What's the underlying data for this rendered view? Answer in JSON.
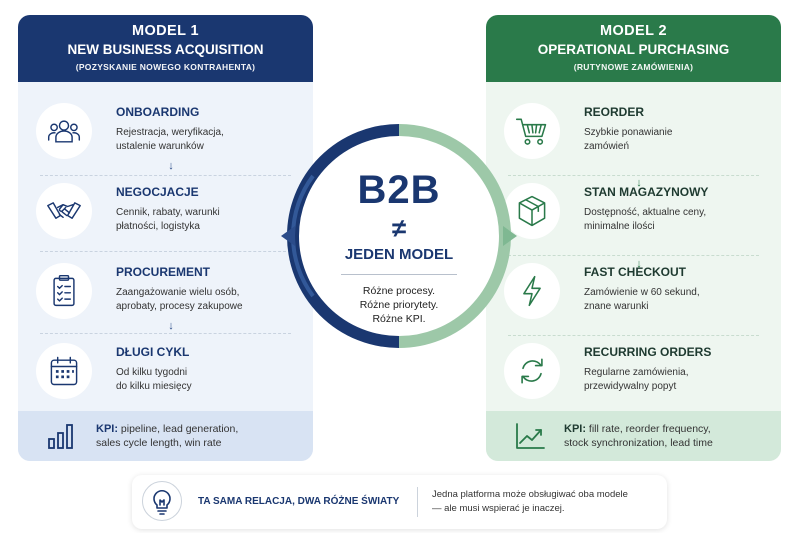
{
  "model1": {
    "label": "MODEL 1",
    "title": "NEW BUSINESS ACQUISITION",
    "subtitle": "(POZYSKANIE NOWEGO KONTRAHENTA)",
    "steps": [
      {
        "title": "ONBOARDING",
        "line1": "Rejestracja, weryfikacja,",
        "line2": "ustalenie warunków",
        "icon": "people-icon"
      },
      {
        "title": "NEGOCJACJE",
        "line1": "Cennik, rabaty, warunki",
        "line2": "płatności, logistyka",
        "icon": "handshake-icon"
      },
      {
        "title": "PROCUREMENT",
        "line1": "Zaangażowanie wielu osób,",
        "line2": "aprobaty, procesy zakupowe",
        "icon": "clipboard-checklist-icon"
      },
      {
        "title": "DŁUGI CYKL",
        "line1": "Od kilku tygodni",
        "line2": "do kilku miesięcy",
        "icon": "calendar-icon"
      }
    ],
    "kpi_label": "KPI:",
    "kpi_line1": "pipeline, lead generation,",
    "kpi_line2": "sales cycle length, win rate",
    "kpi_icon": "bar-chart-icon"
  },
  "model2": {
    "label": "MODEL 2",
    "title": "OPERATIONAL PURCHASING",
    "subtitle": "(RUTYNOWE ZAMÓWIENIA)",
    "steps": [
      {
        "title": "REORDER",
        "line1": "Szybkie ponawianie",
        "line2": "zamówień",
        "icon": "cart-icon"
      },
      {
        "title": "STAN MAGAZYNOWY",
        "line1": "Dostępność, aktualne ceny,",
        "line2": "minimalne ilości",
        "icon": "box-icon"
      },
      {
        "title": "FAST CHECKOUT",
        "line1": "Zamówienie w 60 sekund,",
        "line2": "znane warunki",
        "icon": "lightning-icon"
      },
      {
        "title": "RECURRING ORDERS",
        "line1": "Regularne zamówienia,",
        "line2": "przewidywalny popyt",
        "icon": "refresh-icon"
      }
    ],
    "kpi_label": "KPI:",
    "kpi_line1": "fill rate, reorder frequency,",
    "kpi_line2": "stock synchronization, lead time",
    "kpi_icon": "line-chart-icon"
  },
  "center": {
    "title": "B2B",
    "symbol": "≠",
    "subtitle": "JEDEN MODEL",
    "line1": "Różne procesy.",
    "line2": "Różne priorytety.",
    "line3": "Różne KPI."
  },
  "footer": {
    "title": "TA SAMA RELACJA, DWA RÓŻNE ŚWIATY",
    "line1": "Jedna platforma może obsługiwać oba modele",
    "line2": "— ale musi wspierać je inaczej.",
    "icon": "lightbulb-icon"
  },
  "colors": {
    "navy": "#1a3770",
    "green": "#2a7a4a",
    "left_bg": "#eef3fa",
    "right_bg": "#eef6f0"
  }
}
